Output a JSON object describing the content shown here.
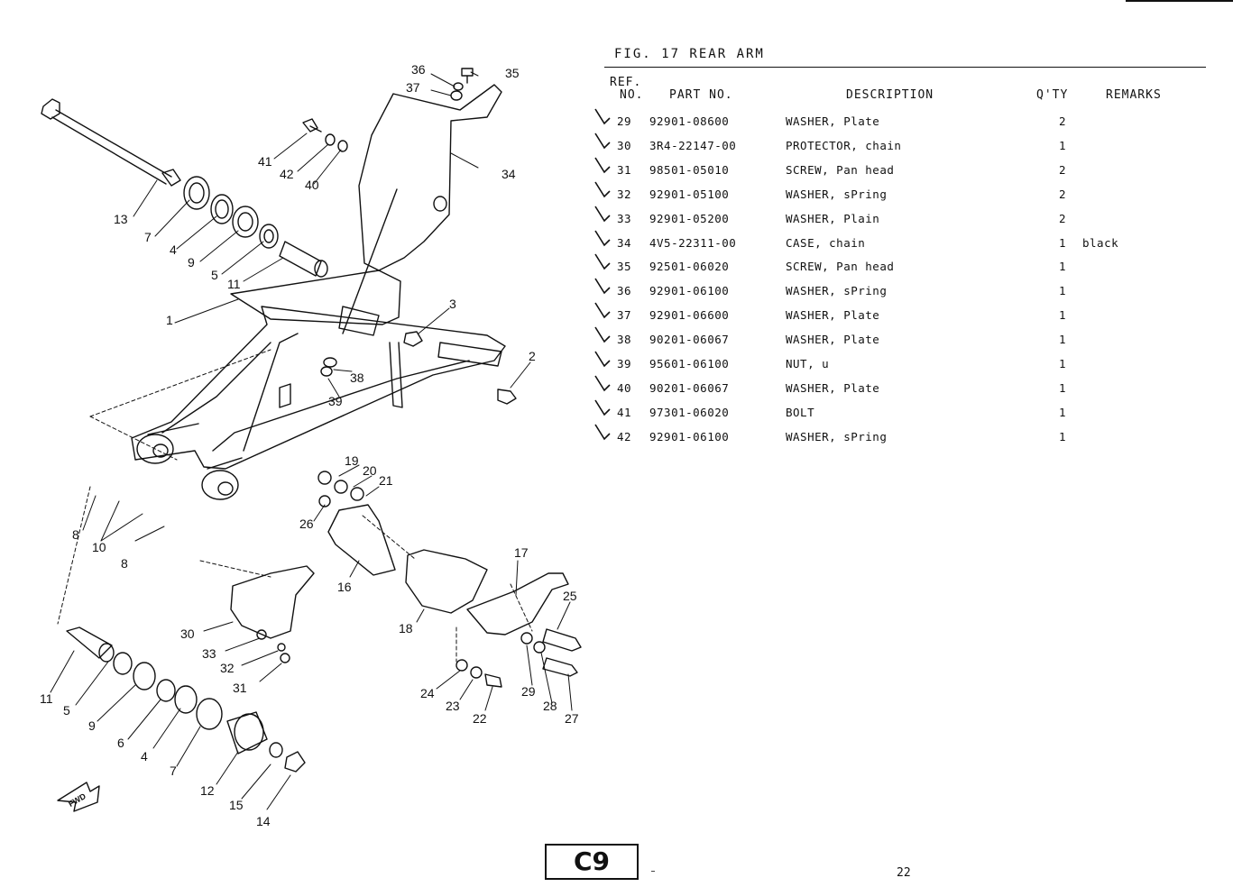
{
  "figure": {
    "title": "FIG. 17  REAR ARM"
  },
  "table": {
    "headers": {
      "ref_line1": "REF.",
      "ref_line2": "NO.",
      "part_no": "PART NO.",
      "description": "DESCRIPTION",
      "qty": "Q'TY",
      "remarks": "REMARKS"
    },
    "rows": [
      {
        "ref": "29",
        "part_no": "92901-08600",
        "description": "WASHER, Plate",
        "qty": "2",
        "remarks": ""
      },
      {
        "ref": "30",
        "part_no": "3R4-22147-00",
        "description": "PROTECTOR, chain",
        "qty": "1",
        "remarks": ""
      },
      {
        "ref": "31",
        "part_no": "98501-05010",
        "description": "SCREW, Pan head",
        "qty": "2",
        "remarks": ""
      },
      {
        "ref": "32",
        "part_no": "92901-05100",
        "description": "WASHER, sPring",
        "qty": "2",
        "remarks": ""
      },
      {
        "ref": "33",
        "part_no": "92901-05200",
        "description": "WASHER, Plain",
        "qty": "2",
        "remarks": ""
      },
      {
        "ref": "34",
        "part_no": "4V5-22311-00",
        "description": "CASE, chain",
        "qty": "1",
        "remarks": "black"
      },
      {
        "ref": "35",
        "part_no": "92501-06020",
        "description": "SCREW, Pan head",
        "qty": "1",
        "remarks": ""
      },
      {
        "ref": "36",
        "part_no": "92901-06100",
        "description": "WASHER, sPring",
        "qty": "1",
        "remarks": ""
      },
      {
        "ref": "37",
        "part_no": "92901-06600",
        "description": "WASHER, Plate",
        "qty": "1",
        "remarks": ""
      },
      {
        "ref": "38",
        "part_no": "90201-06067",
        "description": "WASHER, Plate",
        "qty": "1",
        "remarks": ""
      },
      {
        "ref": "39",
        "part_no": "95601-06100",
        "description": "NUT, u",
        "qty": "1",
        "remarks": ""
      },
      {
        "ref": "40",
        "part_no": "90201-06067",
        "description": "WASHER, Plate",
        "qty": "1",
        "remarks": ""
      },
      {
        "ref": "41",
        "part_no": "97301-06020",
        "description": "BOLT",
        "qty": "1",
        "remarks": ""
      },
      {
        "ref": "42",
        "part_no": "92901-06100",
        "description": "WASHER, sPring",
        "qty": "1",
        "remarks": ""
      }
    ]
  },
  "callouts": [
    "1",
    "2",
    "3",
    "4",
    "4",
    "5",
    "5",
    "6",
    "7",
    "7",
    "8",
    "8",
    "9",
    "9",
    "10",
    "11",
    "11",
    "12",
    "13",
    "14",
    "15",
    "16",
    "17",
    "18",
    "19",
    "20",
    "21",
    "22",
    "23",
    "24",
    "25",
    "26",
    "27",
    "28",
    "29",
    "30",
    "31",
    "32",
    "33",
    "34",
    "35",
    "36",
    "37",
    "38",
    "39",
    "40",
    "41",
    "42"
  ],
  "fwd_label": "FWD",
  "page": {
    "tag": "C9",
    "number": "22"
  }
}
